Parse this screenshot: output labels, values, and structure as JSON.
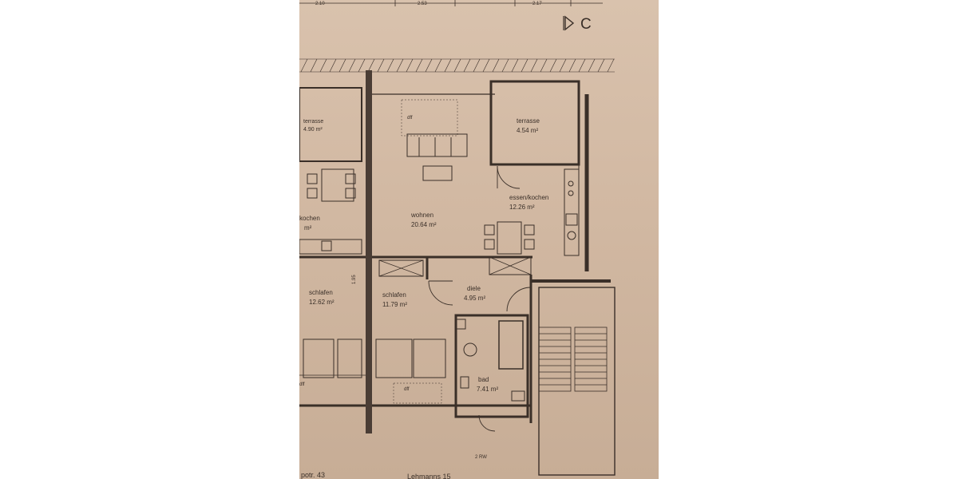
{
  "plan": {
    "section_marker": "C",
    "dimension_top": [
      "2.10",
      "2.53",
      "2.17"
    ],
    "rooms": {
      "terrasse_left": {
        "name": "terrasse",
        "area": "4.90 m²"
      },
      "terrasse_right": {
        "name": "terrasse",
        "area": "4.54 m²"
      },
      "essen_kochen": {
        "name": "essen/kochen",
        "area": "12.26 m²"
      },
      "wohnen": {
        "name": "wohnen",
        "area": "20.64 m²"
      },
      "kochen_left": {
        "name": "kochen",
        "area": "m²"
      },
      "schlafen_left": {
        "name": "schlafen",
        "area": "12.62 m²"
      },
      "schlafen": {
        "name": "schlafen",
        "area": "11.79 m²"
      },
      "diele": {
        "name": "diele",
        "area": "4.95 m²"
      },
      "bad": {
        "name": "bad",
        "area": "7.41 m²"
      }
    },
    "tags": {
      "dff_top": "dff",
      "dff_bottom": "dff",
      "dff_left": "dff",
      "rw": "2 RW",
      "door_height": "1.95"
    },
    "bottom_left_text": "potr. 43",
    "bottom_right_text": "Lehmanns 15"
  },
  "colors": {
    "paper": "#d6bfa9",
    "line": "#3a2f28",
    "wall_fill": "#4a3d35"
  }
}
